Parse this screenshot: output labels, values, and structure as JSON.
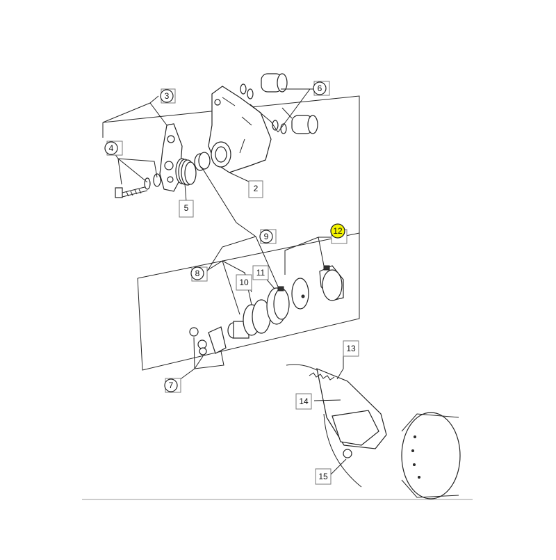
{
  "diagram": {
    "callouts": [
      {
        "id": "c2",
        "label": "2"
      },
      {
        "id": "c3",
        "label": "3"
      },
      {
        "id": "c4",
        "label": "4"
      },
      {
        "id": "c5",
        "label": "5"
      },
      {
        "id": "c6",
        "label": "6"
      },
      {
        "id": "c7",
        "label": "7"
      },
      {
        "id": "c8",
        "label": "8"
      },
      {
        "id": "c9",
        "label": "9"
      },
      {
        "id": "c10",
        "label": "10"
      },
      {
        "id": "c11",
        "label": "11"
      },
      {
        "id": "c12",
        "label": "12"
      },
      {
        "id": "c13",
        "label": "13"
      },
      {
        "id": "c14",
        "label": "14"
      },
      {
        "id": "c15",
        "label": "15"
      }
    ],
    "highlight_color": "#f5f500"
  }
}
